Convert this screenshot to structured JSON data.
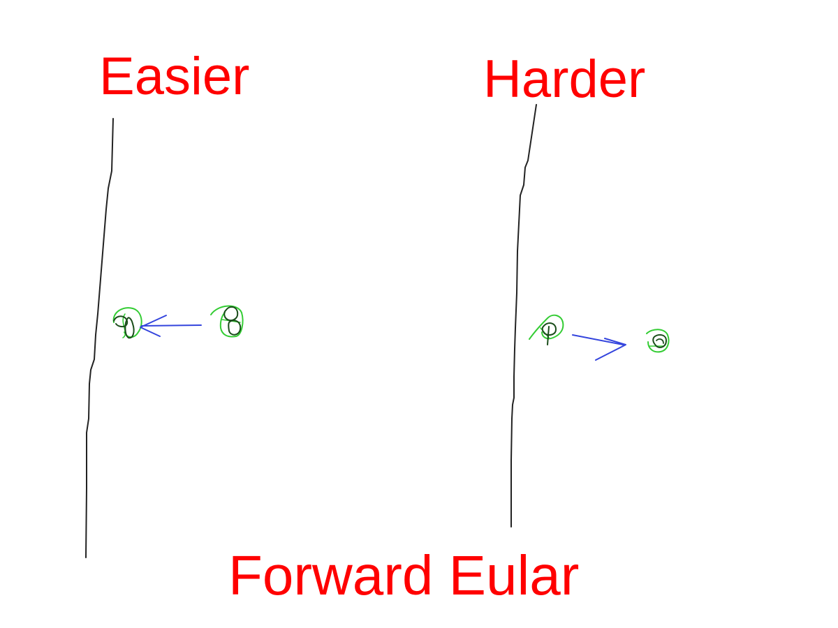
{
  "labels": {
    "left": "Easier",
    "right": "Harder",
    "bottom": "Forward Eular"
  },
  "colors": {
    "label": "#ff0000",
    "wall": "#222222",
    "particle_outline": "#33cc33",
    "particle_inner": "#1a4d1a",
    "arrow": "#3344dd"
  }
}
